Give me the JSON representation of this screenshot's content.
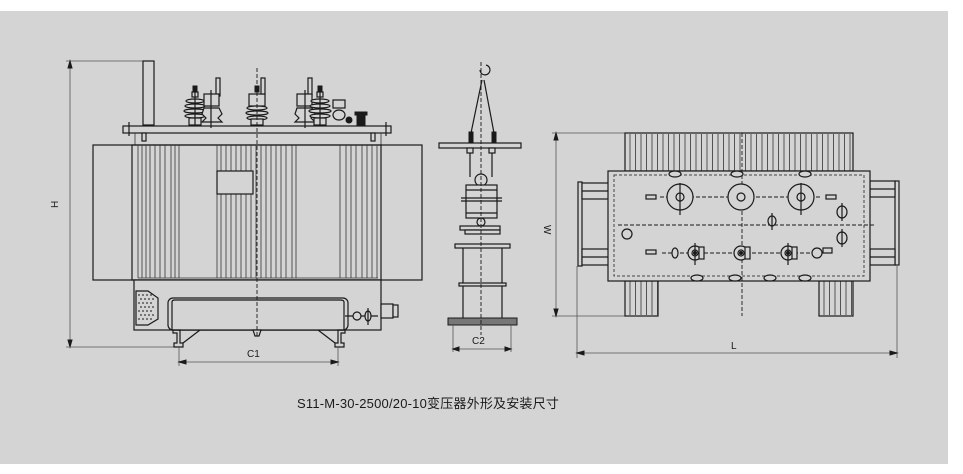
{
  "caption": "S11-M-30-2500/20-10变压器外形及安装尺寸",
  "views": {
    "front": {
      "name": "front-elevation",
      "dimensions": {
        "height_label": "H",
        "base_width_label": "C1"
      }
    },
    "side": {
      "name": "side-elevation",
      "dimensions": {
        "base_width_label": "C2"
      }
    },
    "top": {
      "name": "plan-view",
      "dimensions": {
        "width_label": "W",
        "length_label": "L"
      }
    }
  },
  "colors": {
    "background": "#d4d4d4",
    "line": "#1a1a1a",
    "page": "#ffffff"
  }
}
